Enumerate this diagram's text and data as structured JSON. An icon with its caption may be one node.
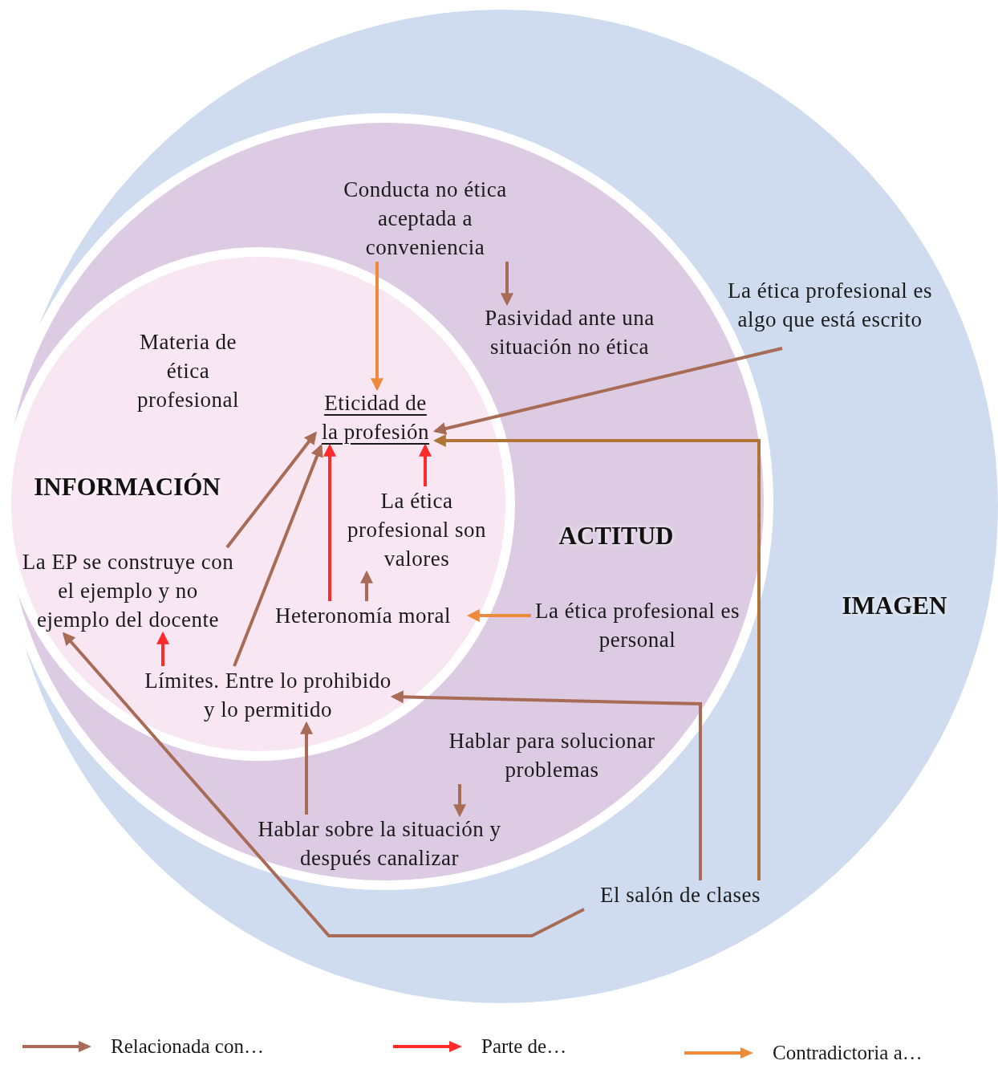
{
  "diagram": {
    "nodes": [
      {
        "text": [
          "IMAGEN"
        ]
      },
      {
        "text": [
          "ACTITUD"
        ],
        "in": 0
      },
      {
        "text": [
          "INFORMACIÓN"
        ],
        "in": 1
      },
      {
        "text": [
          "Conducta no ética aceptada a conveniencia"
        ],
        "in": 1
      },
      {
        "text": [
          "Pasividad ante una situación no ética"
        ],
        "in": 1
      },
      {
        "text": [
          "La ética profesional es algo que está escrito"
        ],
        "in": 0
      },
      {
        "text": [
          "Materia de ética profesional"
        ],
        "in": 2
      },
      {
        "text": [
          "Eticidad de la profesión"
        ],
        "in": 2
      },
      {
        "text": [
          "La ética profesional son valores"
        ],
        "in": 2
      },
      {
        "text": [
          "La EP se construye con el ejemplo y no ejemplo del docente"
        ],
        "in": 2
      },
      {
        "text": [
          "Heteronomía moral"
        ],
        "in": 2
      },
      {
        "text": [
          "La ética profesional es personal"
        ],
        "in": 1
      },
      {
        "text": [
          "Límites. Entre lo prohibido y lo permitido"
        ],
        "in": 2
      },
      {
        "text": [
          "Hablar para solucionar problemas"
        ],
        "in": 1
      },
      {
        "text": [
          "Hablar sobre la situación y después canalizar"
        ],
        "in": 1
      },
      {
        "text": [
          "El salón de clases"
        ],
        "in": 0
      }
    ],
    "edges": [
      {
        "from": 3,
        "to": 4,
        "arrow": "to"
      },
      {
        "from": 3,
        "to": 7,
        "arrow": "to",
        "color": "#ee8a3c"
      },
      {
        "from": 5,
        "to": 7,
        "arrow": "to"
      },
      {
        "from": 15,
        "to": 7,
        "arrow": "to",
        "color": "#b07436"
      },
      {
        "from": 15,
        "to": 12,
        "arrow": "to"
      },
      {
        "from": 9,
        "to": 7,
        "arrow": "to"
      },
      {
        "from": 12,
        "to": 7,
        "arrow": "to"
      },
      {
        "from": 10,
        "to": 7,
        "arrow": "to",
        "color": "#ff2a2a"
      },
      {
        "from": 8,
        "to": 7,
        "arrow": "to",
        "color": "#ff2a2a"
      },
      {
        "from": 10,
        "to": 8,
        "arrow": "to"
      },
      {
        "from": 11,
        "to": 10,
        "arrow": "to",
        "color": "#ee8a3c"
      },
      {
        "from": 12,
        "to": 9,
        "arrow": "to",
        "color": "#ff2a2a"
      },
      {
        "from": 14,
        "to": 12,
        "arrow": "to"
      },
      {
        "from": 13,
        "to": 14,
        "arrow": "to"
      },
      {
        "from": 15,
        "to": 9,
        "arrow": "to"
      }
    ],
    "legend": [
      {
        "text": "Relacionada con…",
        "color": "#a86c56"
      },
      {
        "text": "Parte de…",
        "color": "#ff2a2a"
      },
      {
        "text": "Contradictoria a…",
        "color": "#ee8a3c"
      }
    ]
  }
}
